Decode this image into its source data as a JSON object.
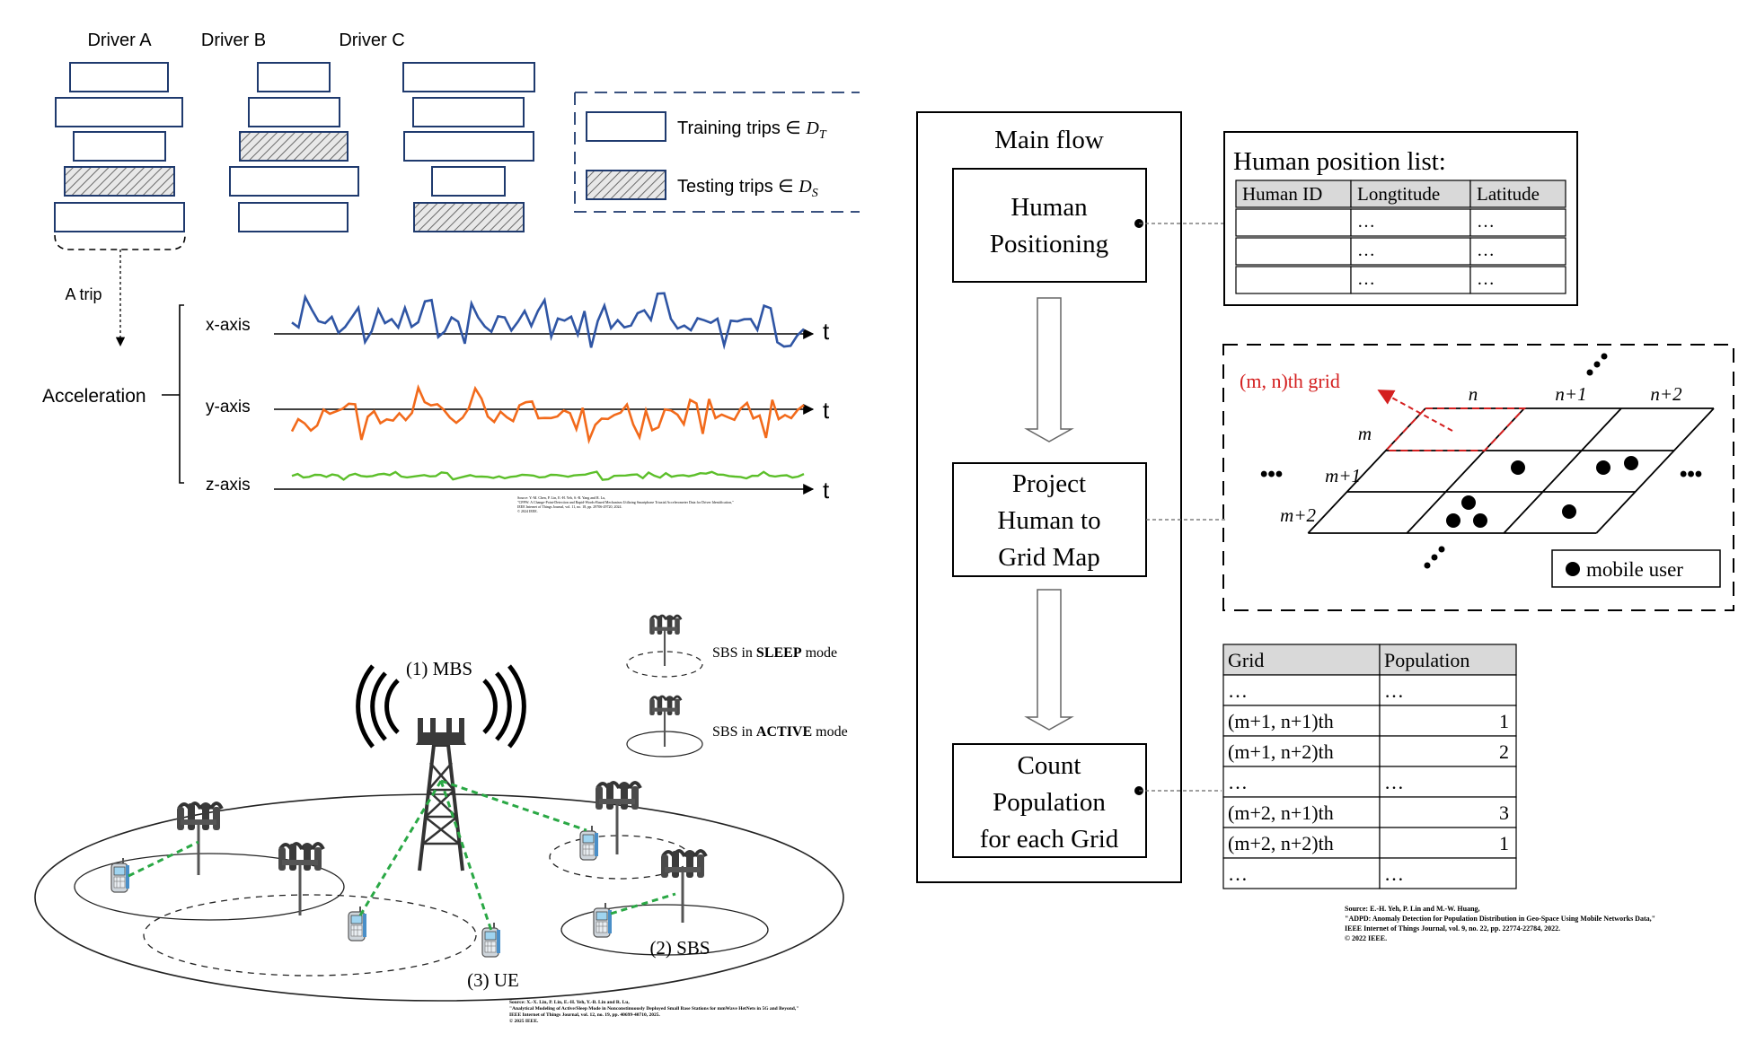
{
  "driver_panel": {
    "drivers": [
      "Driver A",
      "Driver B",
      "Driver C"
    ],
    "legend": {
      "training": "Training trips ∈ ",
      "training_sub": "T",
      "testing": "Testing trips ∈ ",
      "testing_sub": "S"
    },
    "trip_label": "A trip",
    "accel_label": "Acceleration",
    "axes": [
      "x-axis",
      "y-axis",
      "z-axis"
    ],
    "time_label": "t",
    "source": [
      "Source: Y.-M. Chen, P. Lin, E.-H. Yeh, S.-R. Yang and R. Lu,",
      "\"CPPW: A Change-Point-Detection and Rapid-Words-Based Mechanism Utilizing Smartphone Triaxial Accelerometer Data for Driver Identification,\"",
      "IEEE Internet of Things Journal, vol. 11, no. 18, pp. 29706-29720, 2024.",
      "© 2024 IEEE."
    ],
    "colors": {
      "box": "#1f3a6e",
      "x": "#2f55a4",
      "y": "#f26a1b",
      "z": "#5cbf2a"
    }
  },
  "network_panel": {
    "mbs_label": "(1) MBS",
    "sbs_label": "(2) SBS",
    "ue_label": "(3) UE",
    "sleep_pre": "SBS in ",
    "sleep_bold": "SLEEP",
    "sleep_post": " mode",
    "active_pre": "SBS in ",
    "active_bold": "ACTIVE",
    "active_post": " mode",
    "source": [
      "Source: X.-X. Lin, P. Lin, E.-H. Yeh, Y.-B. Lin and R. Lu,",
      "\"Analytical Modeling of Active/Sleep Mode in Nonconstinuously Deployed Small Base Stations for mmWave HetNets in 5G and Beyond,\"",
      "IEEE Internet of Things Journal, vol. 12, no. 19, pp. 40699-40710, 2025.",
      "© 2025 IEEE."
    ],
    "colors": {
      "link": "#2aa845"
    }
  },
  "flow_panel": {
    "title": "Main flow",
    "steps": [
      [
        "Human",
        "Positioning"
      ],
      [
        "Project",
        "Human to",
        "Grid Map"
      ],
      [
        "Count",
        "Population",
        "for each Grid"
      ]
    ],
    "position_list": {
      "title": "Human position list:",
      "headers": [
        "Human ID",
        "Longtitude",
        "Latitude"
      ],
      "rows": [
        [
          "",
          "…",
          "…"
        ],
        [
          "",
          "…",
          "…"
        ],
        [
          "",
          "…",
          "…"
        ]
      ]
    },
    "grid_map": {
      "callout": "(m, n)th grid",
      "col_labels": [
        "n",
        "n+1",
        "n+2"
      ],
      "row_labels": [
        "m",
        "m+1",
        "m+2"
      ],
      "ellipsis": "•••",
      "legend": "mobile user",
      "callout_color": "#d42020"
    },
    "population_table": {
      "headers": [
        "Grid",
        "Population"
      ],
      "rows": [
        [
          "…",
          "…",
          ""
        ],
        [
          "(m+1, n+1)th",
          "",
          "1"
        ],
        [
          "(m+1, n+2)th",
          "",
          "2"
        ],
        [
          "…",
          "…",
          ""
        ],
        [
          "(m+2, n+1)th",
          "",
          "3"
        ],
        [
          "(m+2, n+2)th",
          "",
          "1"
        ],
        [
          "…",
          "…",
          ""
        ]
      ]
    },
    "source": [
      "Source: E.-H. Yeh, P. Lin and M.-W. Huang,",
      "\"ADPD: Anomaly Detection for Population Distribution in Geo-Space Using Mobile Networks Data,\"",
      "IEEE Internet of Things Journal, vol. 9, no. 22, pp. 22774-22784, 2022.",
      "© 2022 IEEE."
    ]
  }
}
